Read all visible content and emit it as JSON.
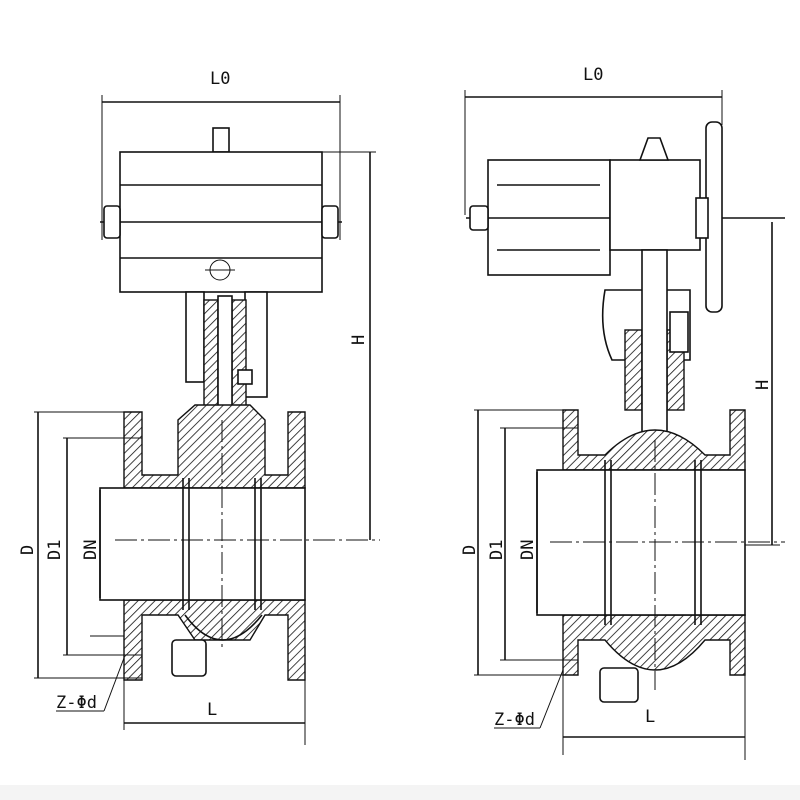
{
  "left_view": {
    "labels": {
      "overall_length": "L0",
      "height": "H",
      "flange_od": "D",
      "bolt_circle": "D1",
      "nominal_diameter": "DN",
      "bolt_holes": "Z-Φd",
      "face_to_face": "L"
    }
  },
  "right_view": {
    "labels": {
      "overall_length": "L0",
      "height": "H",
      "flange_od": "D",
      "bolt_circle": "D1",
      "nominal_diameter": "DN",
      "bolt_holes": "Z-Φd",
      "face_to_face": "L"
    }
  }
}
